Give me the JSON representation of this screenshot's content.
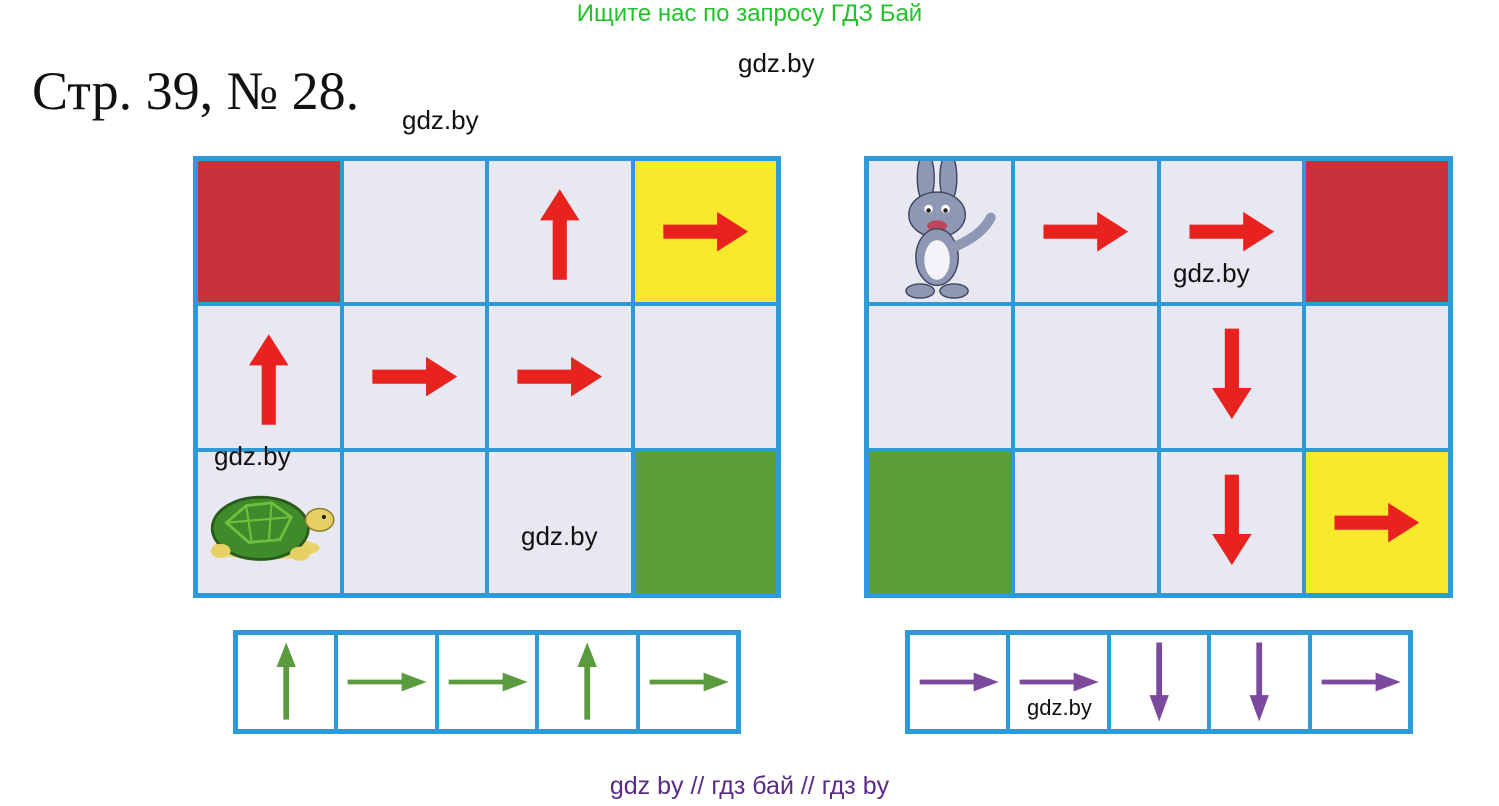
{
  "banner": "Ищите нас по запросу ГДЗ Бай",
  "title": "Стр. 39, № 28.",
  "watermark": "gdz.by",
  "footer": "gdz by  //  гдз бай  //  гдз by",
  "colors": {
    "red_square": "#c8313a",
    "yellow_square": "#f9e92c",
    "green_square": "#5a9e3a",
    "cell": "#e8e8f2",
    "grid_line": "#2f9ad8",
    "red_arrow": "#e8231f",
    "green_arrow": "#5b9a3f",
    "purple_arrow": "#7b4a9e"
  },
  "left_grid": [
    [
      "red-square",
      "empty",
      "arrow-up",
      "yellow-square-arrow-right"
    ],
    [
      "arrow-up",
      "arrow-right",
      "arrow-right",
      "empty"
    ],
    [
      "turtle",
      "empty",
      "empty",
      "green-square"
    ]
  ],
  "right_grid": [
    [
      "rabbit",
      "arrow-right",
      "arrow-right",
      "red-square"
    ],
    [
      "empty",
      "empty",
      "arrow-down",
      "empty"
    ],
    [
      "green-square",
      "empty",
      "arrow-down",
      "yellow-square-arrow-right"
    ]
  ],
  "left_strip": [
    "up",
    "right",
    "right",
    "up",
    "right"
  ],
  "right_strip": [
    "right",
    "right",
    "down",
    "down",
    "right"
  ]
}
